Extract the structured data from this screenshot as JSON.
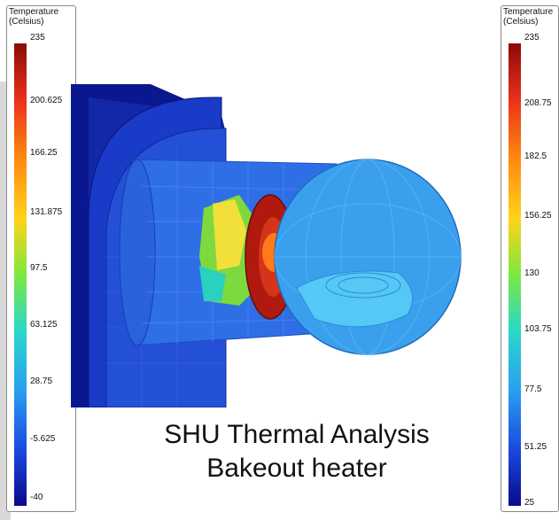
{
  "legend_left": {
    "title": "Temperature\n(Celsius)",
    "ticks": [
      "235",
      "200.625",
      "166.25",
      "131.875",
      "97.5",
      "63.125",
      "28.75",
      "-5.625",
      "-40"
    ]
  },
  "legend_right": {
    "title": "Temperature\n(Celsius)",
    "ticks": [
      "235",
      "208.75",
      "182.5",
      "156.25",
      "130",
      "103.75",
      "77.5",
      "51.25",
      "25"
    ]
  },
  "caption": {
    "line1": "SHU Thermal Analysis",
    "line2": "Bakeout heater"
  },
  "colors": {
    "hot": "#b01a0e",
    "warm": "#ff7a1a",
    "mid": "#9ae43c",
    "cool": "#2a9ee8",
    "cold": "#0a1a9a",
    "body_blue": "#2e6fe6",
    "bulb_blue": "#3aa0ee"
  }
}
